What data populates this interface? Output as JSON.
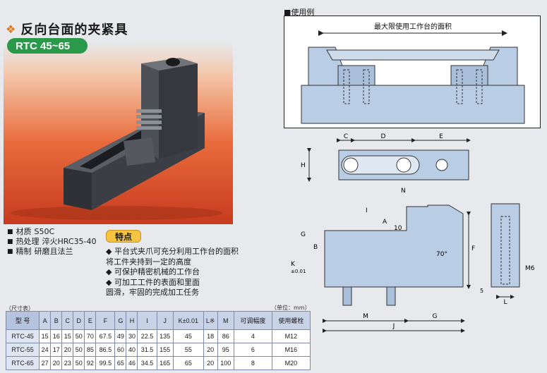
{
  "title": "反向台面的夹紧具",
  "model_badge": "RTC 45~65",
  "specs": [
    {
      "label": "材质",
      "value": "S50C"
    },
    {
      "label": "热处理",
      "value": "淬火HRC35-40"
    },
    {
      "label": "精制",
      "value": "研磨且法兰"
    }
  ],
  "features": {
    "heading": "特点",
    "lines": [
      "◆ 平台式夹爪可充分利用工作台的面积",
      "将工件夹持到一定的高度",
      "◆ 可保护精密机械的工作台",
      "◆ 可加工工件的表面和里面",
      "圆滑，牢固的完成加工任务"
    ]
  },
  "table": {
    "label": "（尺寸表）",
    "unit": "（单位：mm）",
    "headers": [
      "型 号",
      "A",
      "B",
      "C",
      "D",
      "E",
      "F",
      "G",
      "H",
      "I",
      "J",
      "K±0.01",
      "L※",
      "M",
      "可调幅度",
      "使用螺栓"
    ],
    "rows": [
      [
        "RTC-45",
        "15",
        "16",
        "15",
        "50",
        "70",
        "67.5",
        "49",
        "30",
        "22.5",
        "135",
        "45",
        "18",
        "86",
        "4",
        "M12"
      ],
      [
        "RTC-55",
        "24",
        "17",
        "20",
        "50",
        "85",
        "86.5",
        "60",
        "40",
        "31.5",
        "155",
        "55",
        "20",
        "95",
        "6",
        "M16"
      ],
      [
        "RTC-65",
        "27",
        "20",
        "23",
        "50",
        "92",
        "99.5",
        "65",
        "46",
        "34.5",
        "165",
        "65",
        "20",
        "100",
        "8",
        "M20"
      ]
    ]
  },
  "usage": {
    "label": "■使用例",
    "arrow_text": "最大限使用工作台的面积"
  },
  "drawing_labels": {
    "C": "C",
    "D": "D",
    "E": "E",
    "H": "H",
    "N": "N",
    "I": "I",
    "A": "A",
    "ten": "10",
    "G": "G",
    "B": "B",
    "K": "K",
    "K_tol": "±0.01",
    "angle": "70°",
    "F": "F",
    "M6": "M6",
    "five": "5",
    "L": "L",
    "M": "M",
    "J": "J"
  },
  "colors": {
    "steel": "#b9cde4",
    "steel_dark": "#7f9dc4",
    "badge_green": "#2a9a4a",
    "feature_yellow": "#f5c542",
    "photo_red": "#e96b3c"
  }
}
